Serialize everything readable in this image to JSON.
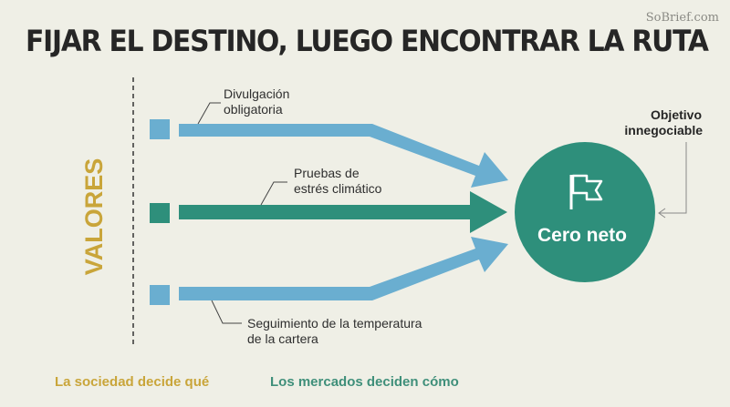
{
  "watermark": "SoBrief.com",
  "title": "FIJAR EL DESTINO, LUEGO ENCONTRAR LA RUTA",
  "axis_label": "VALORES",
  "paths": [
    {
      "label_line1": "Divulgación",
      "label_line2": "obligatoria"
    },
    {
      "label_line1": "Pruebas de",
      "label_line2": "estrés climático"
    },
    {
      "label_line1": "Seguimiento de la temperatura",
      "label_line2": "de la cartera"
    }
  ],
  "goal": {
    "label": "Cero neto",
    "icon": "flag-icon"
  },
  "note": {
    "line1": "Objetivo",
    "line2": "innegociable"
  },
  "footer": {
    "left": "La sociedad decide qué",
    "right": "Los mercados deciden cómo"
  },
  "colors": {
    "background": "#efefe6",
    "blue": "#6aaed0",
    "teal": "#2e8f7b",
    "gold": "#c9a53a",
    "dark": "#262626"
  }
}
